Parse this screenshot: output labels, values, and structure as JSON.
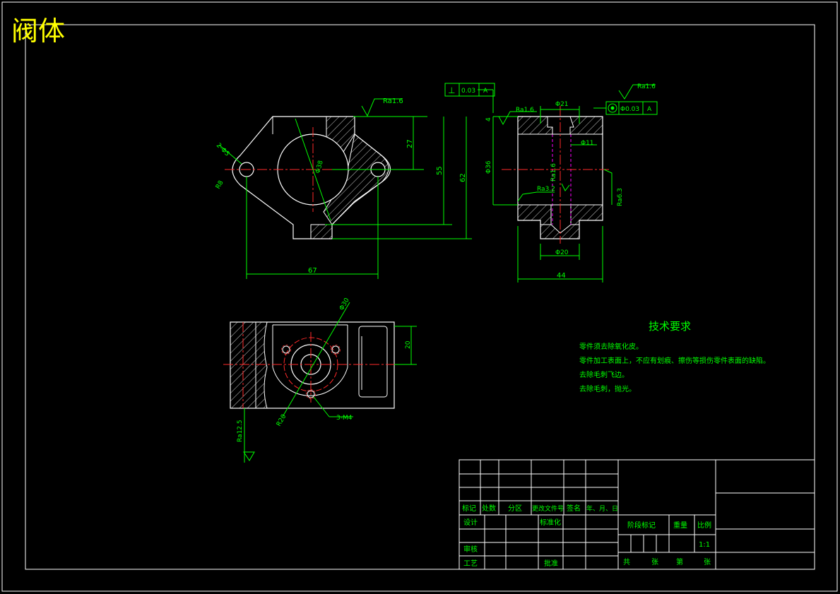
{
  "title": "阀体",
  "roughness_top_view": "Ra1.6",
  "dims_top_view": {
    "hole_pattern": "2-Φ5",
    "r8": "R8",
    "bore": "Φ38",
    "d27": "27",
    "d55": "55",
    "d62": "62",
    "d67": "67"
  },
  "side_view": {
    "perp_symbol": "⊥",
    "perp_tol": "0.03",
    "perp_datum": "A",
    "ra_top_left": "Ra1.6",
    "ra_top_right": "Ra1.6",
    "pos_tol": "Φ0.03",
    "pos_datum": "A",
    "d21": "Φ21",
    "d11": "Φ11",
    "d4": "4",
    "d36": "Φ36",
    "ra_bore": "Ra1.6",
    "ra_left": "Ra3.2",
    "ra_right": "Ra6.3",
    "d20": "Φ20",
    "d44": "44"
  },
  "bottom_view": {
    "d30": "Φ30",
    "d20": "20",
    "r20": "R20",
    "m4": "3-M4",
    "ra": "Ra12.5"
  },
  "tech_req": {
    "heading": "技术要求",
    "lines": [
      "零件须去除氧化皮。",
      "零件加工表面上，不应有划痕、擦伤等损伤零件表面的缺陷。",
      "去除毛刺飞边。",
      "去除毛刺，抛光。"
    ]
  },
  "title_block": {
    "mark": "标记",
    "count": "处数",
    "zone": "分区",
    "change_doc": "更改文件号",
    "sign": "签名",
    "date": "年、月、日",
    "design": "设计",
    "standardize": "标准化",
    "stage_mark": "阶段标记",
    "weight": "重量",
    "scale": "比例",
    "scale_value": "1:1",
    "review": "审核",
    "process": "工艺",
    "approve": "批准",
    "total": "共",
    "sheets": "张",
    "page_no": "第",
    "sheet_suffix": "张"
  }
}
